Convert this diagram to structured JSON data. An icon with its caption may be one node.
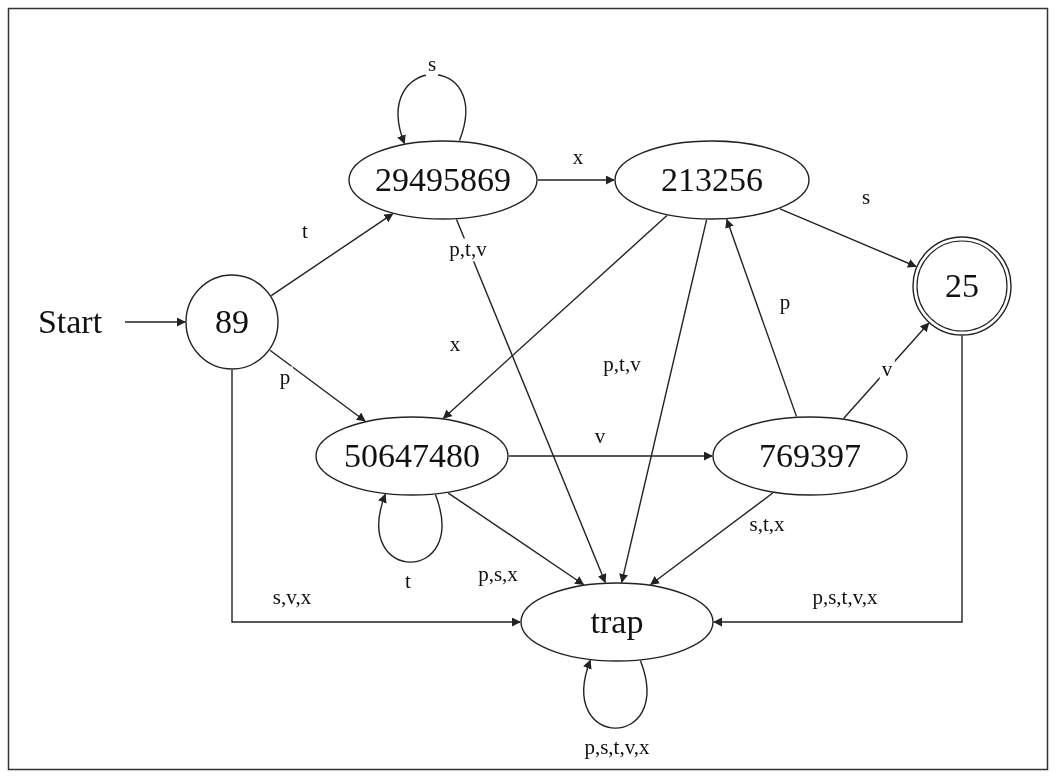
{
  "diagram": {
    "nodes": [
      {
        "text": [
          "Start"
        ]
      },
      {
        "text": [
          "89"
        ]
      },
      {
        "text": [
          "29495869"
        ]
      },
      {
        "text": [
          "213256"
        ]
      },
      {
        "text": [
          "25"
        ]
      },
      {
        "text": [
          "50647480"
        ]
      },
      {
        "text": [
          "769397"
        ]
      },
      {
        "text": [
          "trap"
        ]
      }
    ],
    "edges": [
      {
        "from": 0,
        "to": 1,
        "arrow": "to"
      },
      {
        "from": 1,
        "to": 2,
        "arrow": "to",
        "label": "t"
      },
      {
        "from": 1,
        "to": 5,
        "arrow": "to",
        "label": "p"
      },
      {
        "from": 2,
        "to": 2,
        "arrow": "to",
        "label": "s"
      },
      {
        "from": 2,
        "to": 3,
        "arrow": "to",
        "label": "x"
      },
      {
        "from": 2,
        "to": 7,
        "arrow": "to",
        "label": "p,t,v"
      },
      {
        "from": 3,
        "to": 4,
        "arrow": "to",
        "label": "s"
      },
      {
        "from": 3,
        "to": 5,
        "arrow": "to",
        "label": "x"
      },
      {
        "from": 3,
        "to": 7,
        "arrow": "to",
        "label": "p,t,v"
      },
      {
        "from": 6,
        "to": 3,
        "arrow": "to",
        "label": "p"
      },
      {
        "from": 6,
        "to": 4,
        "arrow": "to",
        "label": "v"
      },
      {
        "from": 5,
        "to": 6,
        "arrow": "to",
        "label": "v"
      },
      {
        "from": 5,
        "to": 5,
        "arrow": "to",
        "label": "t"
      },
      {
        "from": 5,
        "to": 7,
        "arrow": "to",
        "label": "p,s,x"
      },
      {
        "from": 6,
        "to": 7,
        "arrow": "to",
        "label": "s,t,x"
      },
      {
        "from": 1,
        "to": 7,
        "arrow": "to",
        "label": "s,v,x"
      },
      {
        "from": 4,
        "to": 7,
        "arrow": "to",
        "label": "p,s,t,v,x"
      },
      {
        "from": 7,
        "to": 7,
        "arrow": "to",
        "label": "p,s,t,v,x"
      }
    ]
  }
}
